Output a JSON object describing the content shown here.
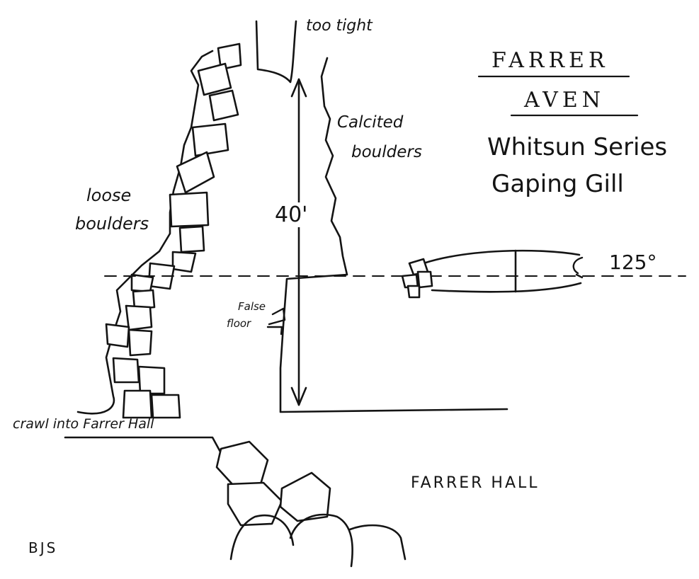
{
  "title": {
    "line1": "FARRER",
    "line2": "AVEN",
    "line3": "Whitsun Series",
    "line4": "Gaping Gill"
  },
  "labels": {
    "too_tight": "too tight",
    "calcited_boulders_1": "Calcited",
    "calcited_boulders_2": "boulders",
    "loose_boulders_1": "loose",
    "loose_boulders_2": "boulders",
    "height": "40'",
    "false_floor_1": "False",
    "false_floor_2": "floor",
    "angle": "125°",
    "crawl": "crawl into Farrer Hall",
    "farrer_hall": "FARRER HALL",
    "author": "BJS"
  },
  "colors": {
    "ink": "#141414",
    "paper": "#ffffff"
  }
}
